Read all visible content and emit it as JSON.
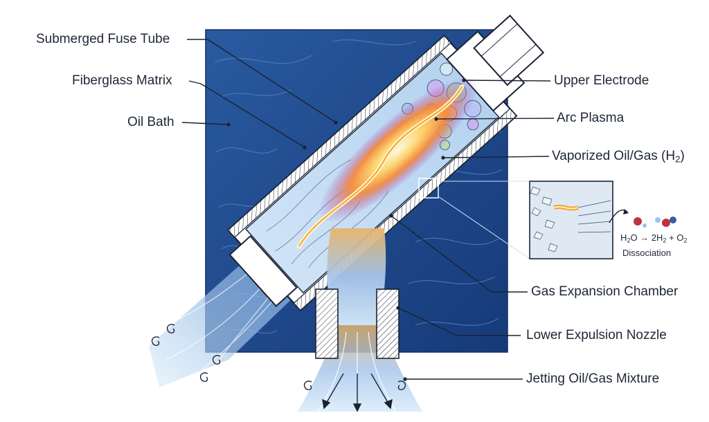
{
  "labels": {
    "fuse_tube": "Submerged Fuse Tube",
    "fiberglass": "Fiberglass Matrix",
    "oil_bath": "Oil Bath",
    "upper_electrode": "Upper Electrode",
    "arc_plasma": "Arc Plasma",
    "vaporized_main": "Vaporized Oil/Gas (H",
    "vaporized_sub": "2",
    "vaporized_close": ")",
    "gas_chamber": "Gas Expansion Chamber",
    "nozzle": "Lower Expulsion Nozzle",
    "jetting": "Jetting Oil/Gas Mixture"
  },
  "inset": {
    "eq_a": "H",
    "eq_a_sub": "2",
    "eq_b": "O → 2H",
    "eq_b_sub": "2",
    "eq_c": " + O",
    "eq_c_sub": "2",
    "dissociation": "Dissociation"
  },
  "colors": {
    "oil_bath": "#1f4a8c",
    "tube_wall": "#ffffff",
    "outline": "#1a2233",
    "arc_core": "#fff3b0",
    "arc_mid": "#f7a23a",
    "arc_outer": "#9a4fd0",
    "jet": "#9cc8ef"
  }
}
